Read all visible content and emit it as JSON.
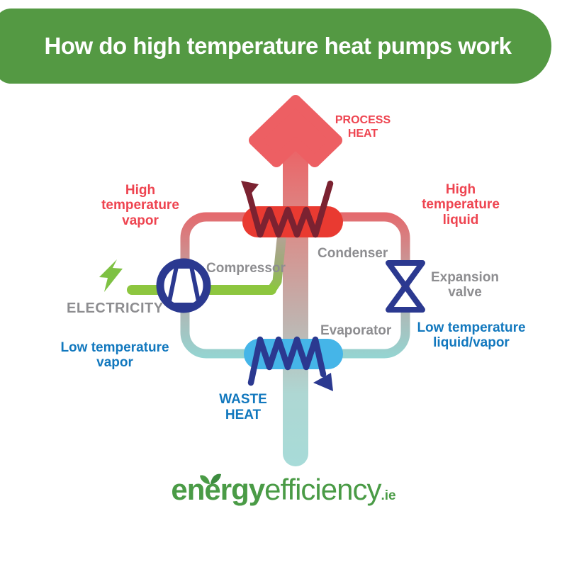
{
  "header": {
    "title": "How do high temperature heat pumps work"
  },
  "diagram": {
    "labels": {
      "process_heat": "PROCESS HEAT",
      "high_temp_vapor": "High temperature vapor",
      "high_temp_liquid": "High temperature liquid",
      "compressor": "Compressor",
      "condenser": "Condenser",
      "evaporator": "Evaporator",
      "expansion_valve": "Expansion valve",
      "electricity": "ELECTRICITY",
      "low_temp_vapor": "Low temperature vapor",
      "low_temp_liquid_vapor": "Low temperature liquid/vapor",
      "waste_heat": "WASTE HEAT"
    },
    "components": [
      "process-heat-arrow",
      "refrigerant-loop-pipe",
      "condenser-coil",
      "evaporator-coil",
      "compressor",
      "expansion-valve",
      "electricity-line",
      "lightning-bolt"
    ],
    "colors": {
      "banner_green": "#549943",
      "arrow_salmon": "#ed5f63",
      "condenser_red": "#e93a31",
      "coil_maroon": "#7b2231",
      "evaporator_blue": "#45b5e8",
      "component_navy": "#2b3990",
      "electric_green": "#8dc63f",
      "cool_teal": "#a7dbd8",
      "label_gray": "#8d8d90",
      "label_red": "#ee4450",
      "label_blue": "#1278be",
      "logo_green": "#4a9b46"
    }
  },
  "footer": {
    "brand_bold": "energy",
    "brand_regular": "efficiency",
    "brand_tld": ".ie"
  }
}
